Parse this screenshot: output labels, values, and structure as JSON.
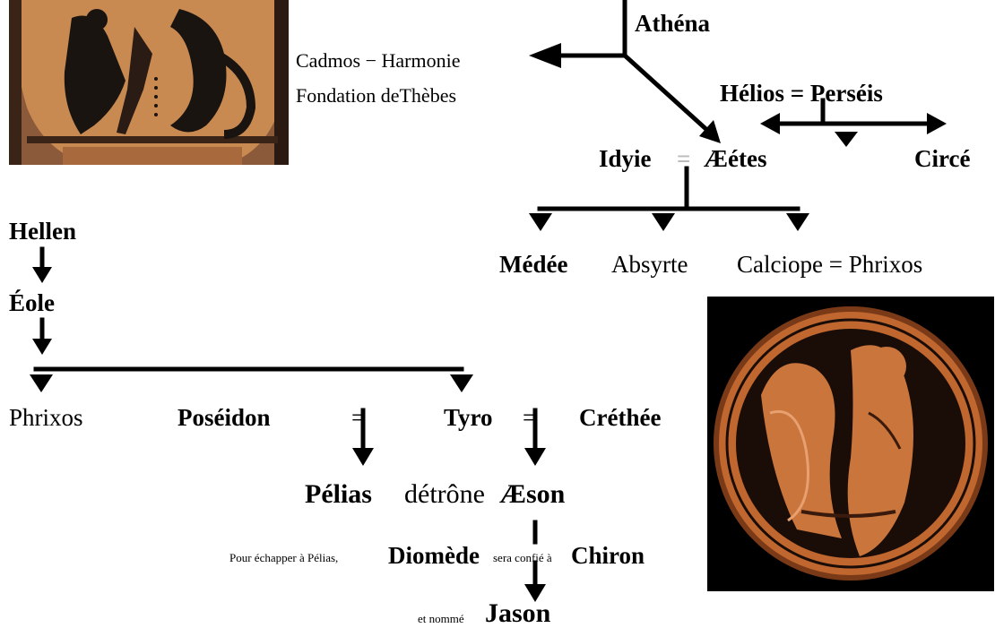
{
  "top_node": "Athéna",
  "left_branch": {
    "couple": "Cadmos − Harmonie",
    "note": "Fondation deThèbes"
  },
  "helios_couple": "Hélios = Perséis",
  "idyie_couple": {
    "idyie": "Idyie",
    "sep": "=",
    "aeetes": "Æétes"
  },
  "circe": "Circé",
  "children_aeetes": {
    "medee": "Médée",
    "absyrte": "Absyrte",
    "calciope": "Calciope = Phrixos"
  },
  "hellen": "Hellen",
  "eole": "Éole",
  "children_eole": {
    "phrixos": "Phrixos",
    "poseidon": "Poséidon",
    "eq1": "=",
    "tyro": "Tyro",
    "eq2": "=",
    "crethee": "Créthée"
  },
  "pelias_line": {
    "pelias": "Pélias",
    "verb": "détrône",
    "aeson": "Æson"
  },
  "chiron_line": {
    "prefix": "Pour échapper à Pélias,",
    "diomede": "Diomède",
    "middle": "sera confié à",
    "chiron": "Chiron"
  },
  "jason_line": {
    "prefix": "et nommé",
    "jason": "Jason"
  },
  "colors": {
    "vase_bg": "#c98a52",
    "dark": "#1a1410",
    "terracotta": "#c0672f"
  }
}
